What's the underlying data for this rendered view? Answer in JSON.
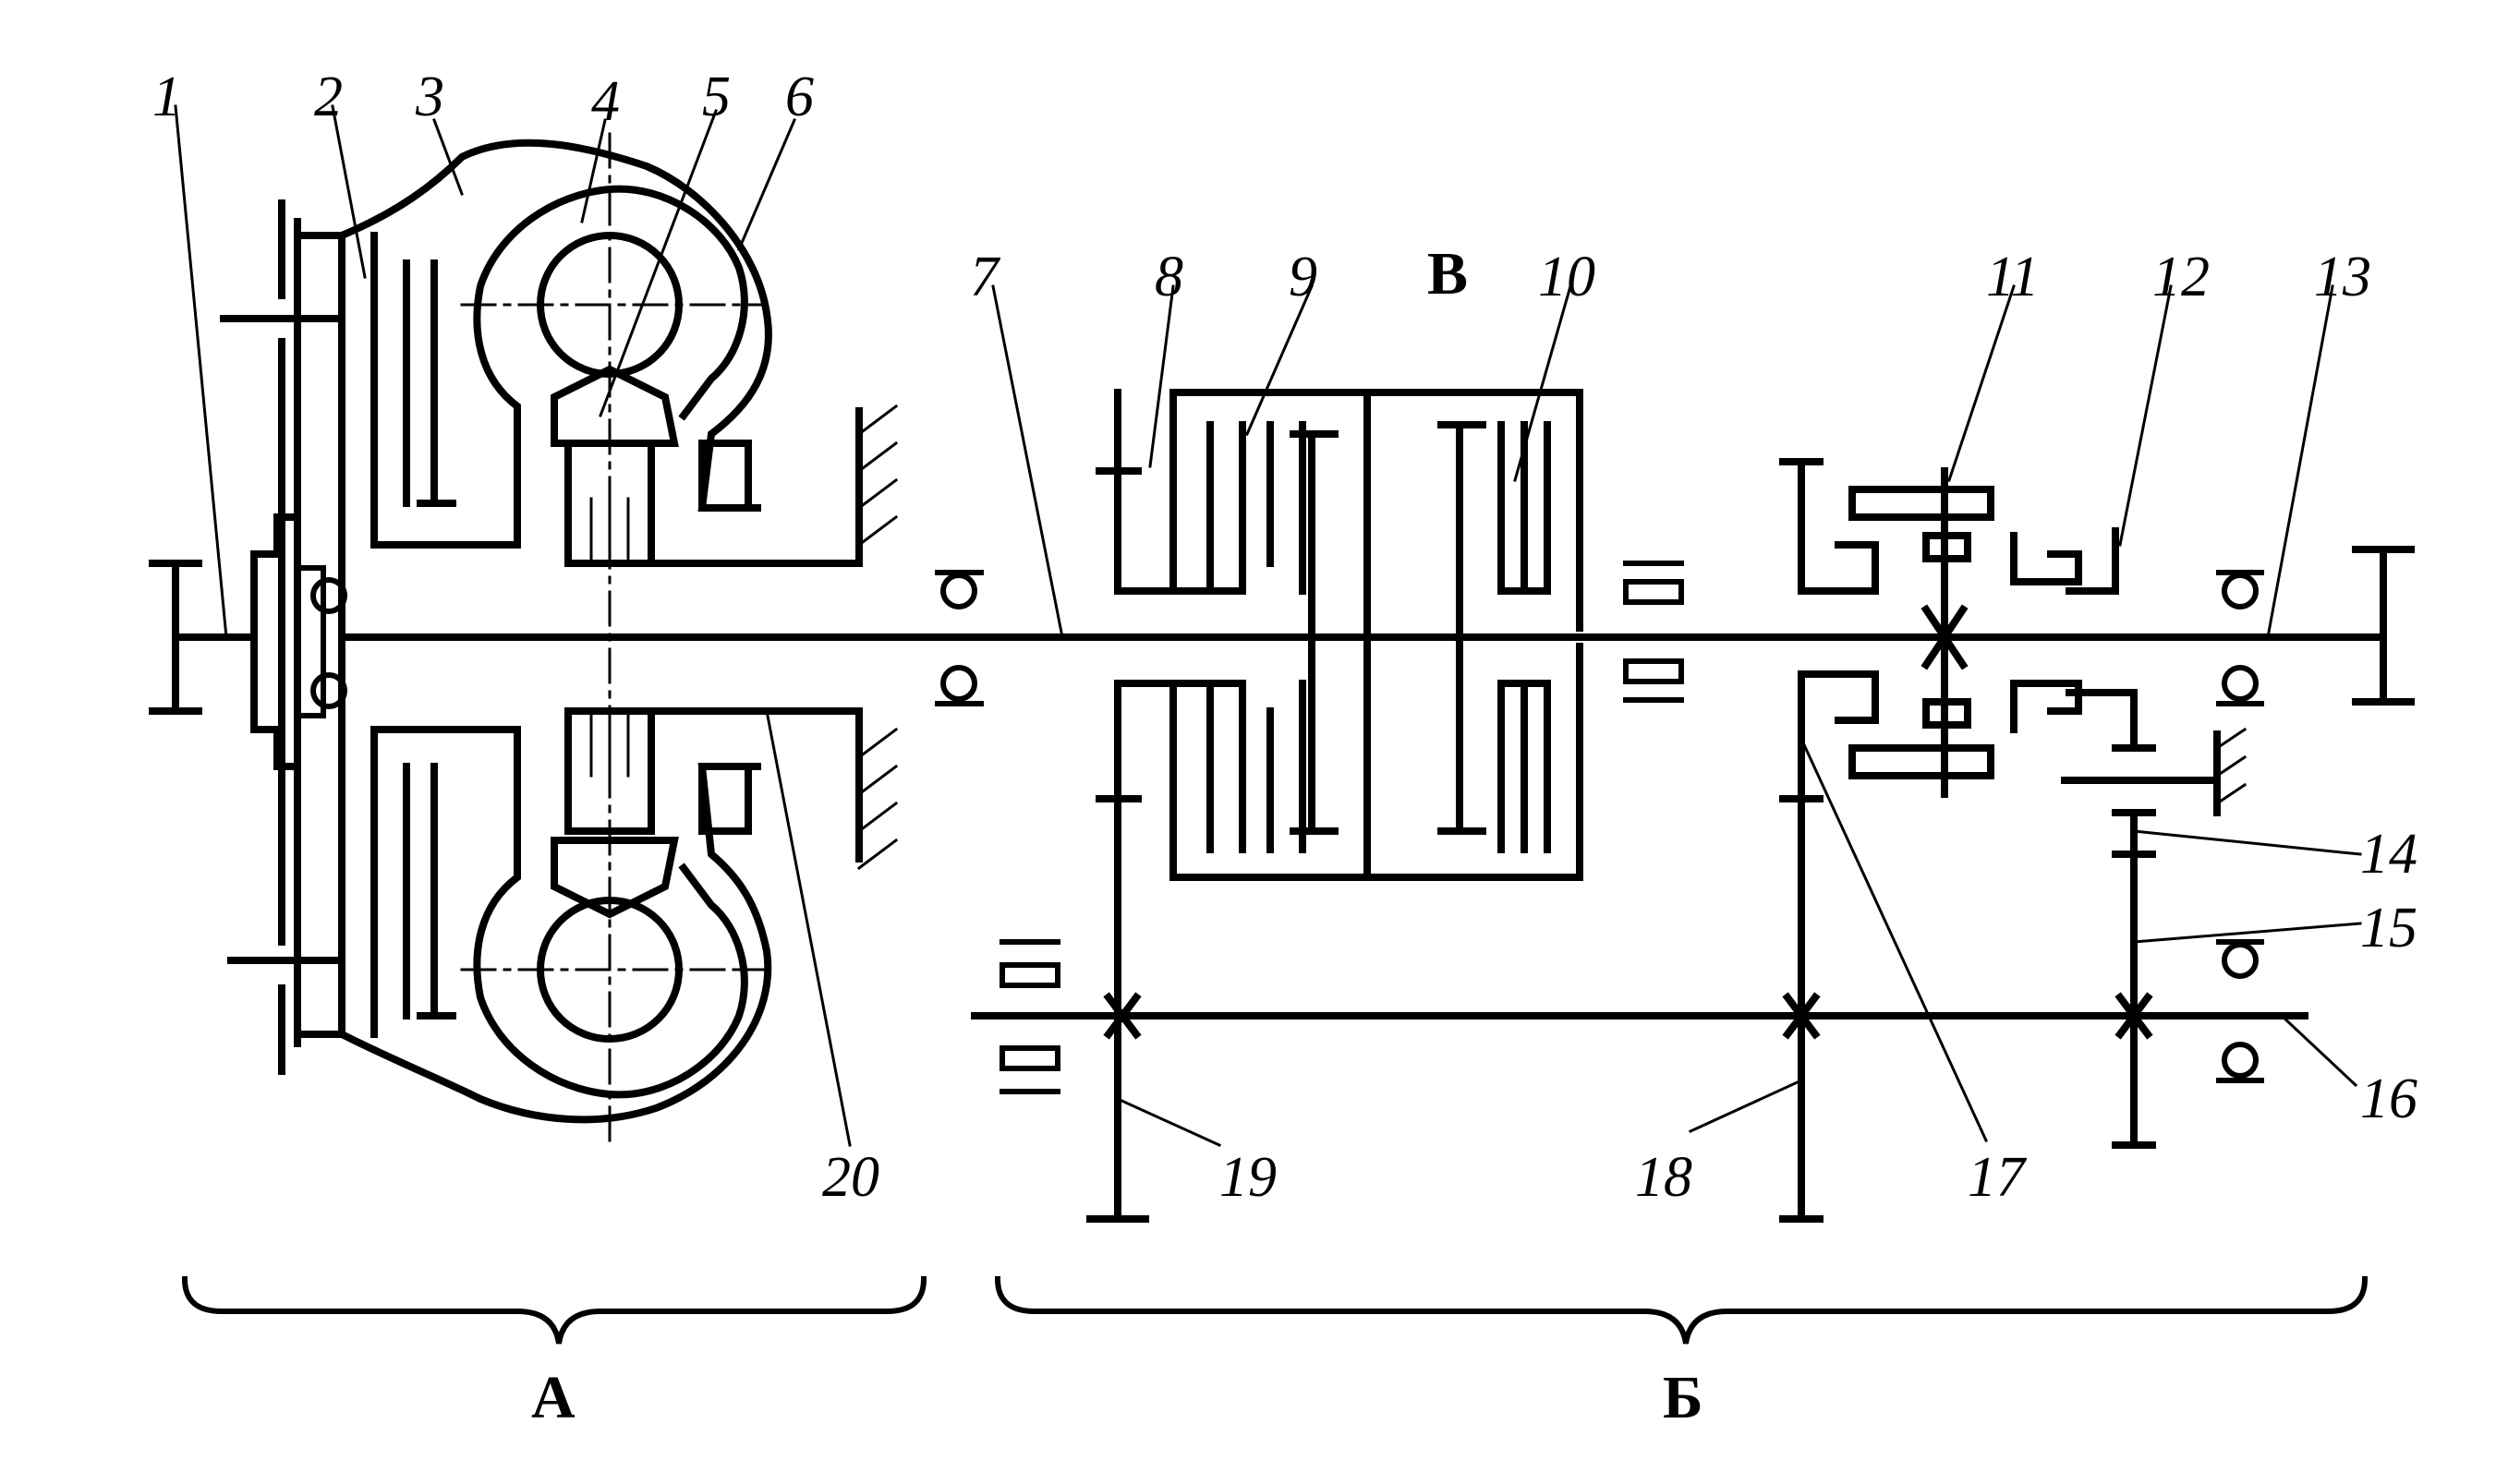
{
  "labels": {
    "n1": "1",
    "n2": "2",
    "n3": "3",
    "n4": "4",
    "n5": "5",
    "n6": "6",
    "n7": "7",
    "n8": "8",
    "n9": "9",
    "n10": "10",
    "n11": "11",
    "n12": "12",
    "n13": "13",
    "n14": "14",
    "n15": "15",
    "n16": "16",
    "n17": "17",
    "n18": "18",
    "n19": "19",
    "n20": "20",
    "clutch_v": "В"
  },
  "groups": {
    "a": "А",
    "b": "Б"
  }
}
